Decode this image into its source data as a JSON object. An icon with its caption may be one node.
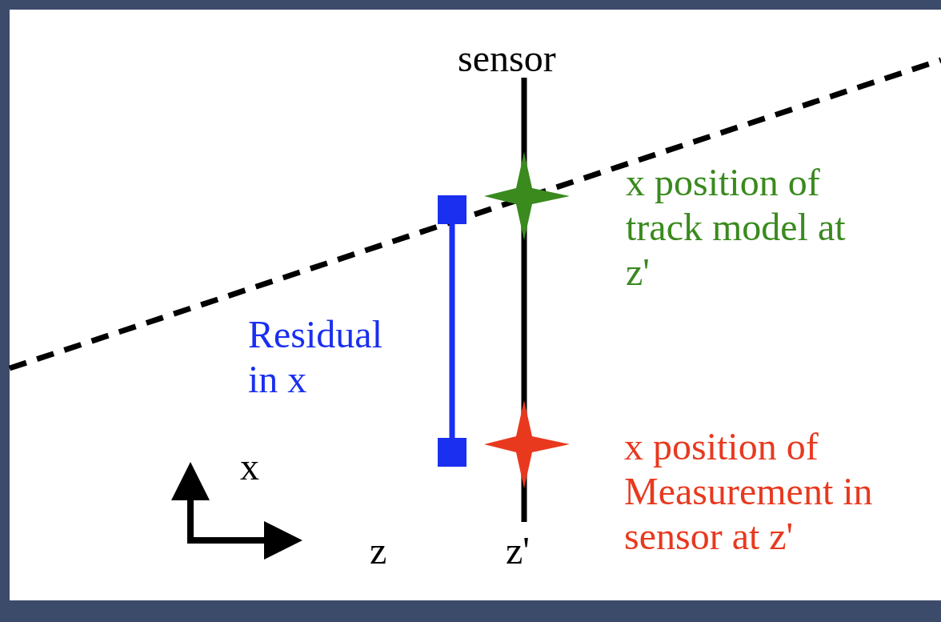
{
  "diagram": {
    "labels": [
      "sensor",
      "x position of track model at z'",
      "Residual in x",
      "x",
      "x position of Measurement in sensor at z'",
      "z",
      "z'"
    ]
  }
}
